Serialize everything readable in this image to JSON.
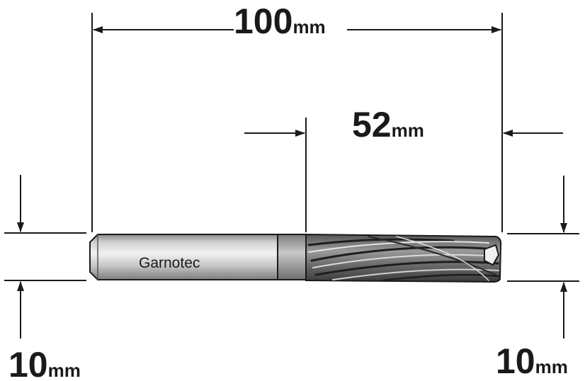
{
  "dimensions": {
    "total_length": {
      "value": "100",
      "unit": "mm"
    },
    "cutting_length": {
      "value": "52",
      "unit": "mm"
    },
    "shank_diameter": {
      "value": "10",
      "unit": "mm"
    },
    "cutting_diameter": {
      "value": "10",
      "unit": "mm"
    }
  },
  "bit": {
    "brand_label": "Garnotec"
  },
  "colors": {
    "line": "#1a1a1a",
    "shank_light": "#eeeeee",
    "shank_mid": "#bdbdbd",
    "shank_dark": "#8a8a8a",
    "flute_dark": "#3c3c3c",
    "flute_light": "#d8d8d8"
  }
}
